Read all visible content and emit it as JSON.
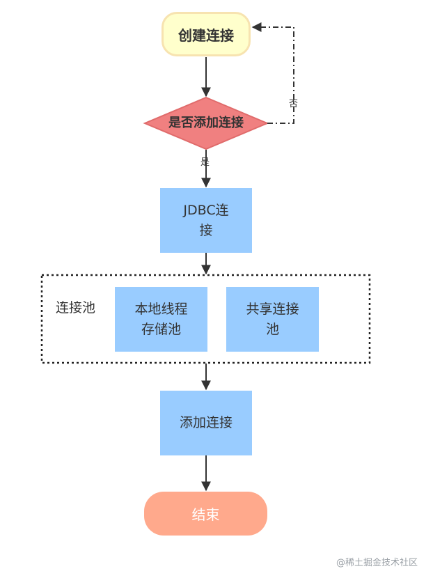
{
  "nodes": {
    "start": "创建连接",
    "decision": "是否添加连接",
    "jdbc": "JDBC连\n接",
    "pool": "连接池",
    "local_pool": "本地线程\n存储池",
    "shared_pool": "共享连接\n池",
    "add": "添加连接",
    "end": "结束"
  },
  "edge_labels": {
    "yes": "是",
    "no": "否"
  },
  "watermark": "@稀土掘金技术社区",
  "colors": {
    "start_fill": "#ffffcc",
    "start_border": "#f7e3b0",
    "decision_fill": "#f08080",
    "process_fill": "#99ccff",
    "end_fill": "#ffa98c",
    "arrow": "#333333"
  }
}
